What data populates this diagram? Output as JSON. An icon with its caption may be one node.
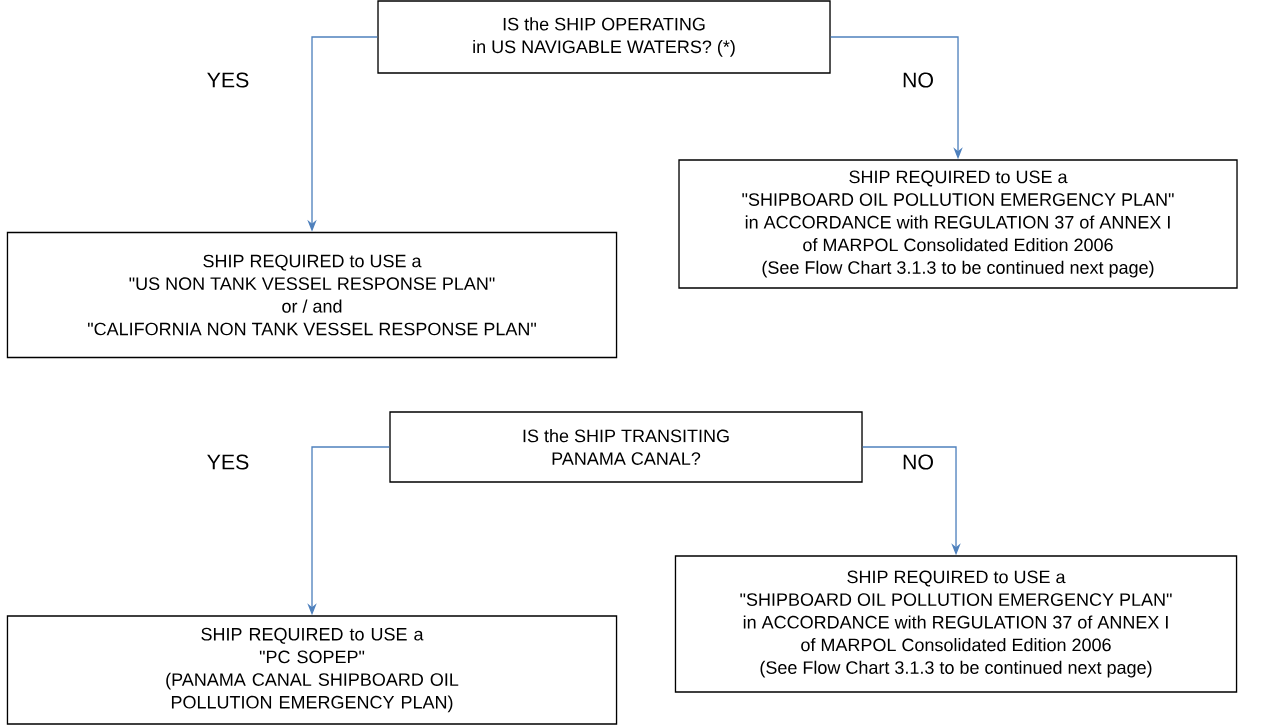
{
  "diagram": {
    "nodes": [
      {
        "text": [
          "IS the SHIP OPERATING",
          "in US NAVIGABLE WATERS? (*)"
        ]
      },
      {
        "text": [
          "SHIP REQUIRED to USE a",
          "\"US NON TANK VESSEL RESPONSE PLAN\"",
          "or / and",
          "\"CALIFORNIA NON TANK VESSEL RESPONSE PLAN\""
        ]
      },
      {
        "text": [
          "SHIP REQUIRED to USE a",
          "\"SHIPBOARD OIL POLLUTION EMERGENCY PLAN\"",
          "in ACCORDANCE with REGULATION 37 of ANNEX I",
          "of MARPOL Consolidated Edition 2006",
          "(See Flow Chart 3.1.3 to be continued next page)"
        ]
      },
      {
        "text": [
          "IS the SHIP TRANSITING",
          "PANAMA CANAL?"
        ]
      },
      {
        "text": [
          "SHIP REQUIRED to USE a",
          "\"PC SOPEP\"",
          "(PANAMA CANAL SHIPBOARD OIL POLLUTION EMERGENCY PLAN)"
        ]
      },
      {
        "text": [
          "SHIP REQUIRED to USE a",
          "\"SHIPBOARD OIL POLLUTION EMERGENCY PLAN\"",
          "in ACCORDANCE with REGULATION 37 of ANNEX I",
          "of MARPOL Consolidated Edition 2006",
          "(See Flow Chart 3.1.3 to be continued next page)"
        ]
      }
    ],
    "edges": [
      {
        "from": 0,
        "to": 1,
        "arrow": "to",
        "label": "YES"
      },
      {
        "from": 0,
        "to": 2,
        "arrow": "to",
        "label": "NO"
      },
      {
        "from": 3,
        "to": 4,
        "arrow": "to",
        "label": "YES"
      },
      {
        "from": 3,
        "to": 5,
        "arrow": "to",
        "label": "NO"
      }
    ]
  }
}
